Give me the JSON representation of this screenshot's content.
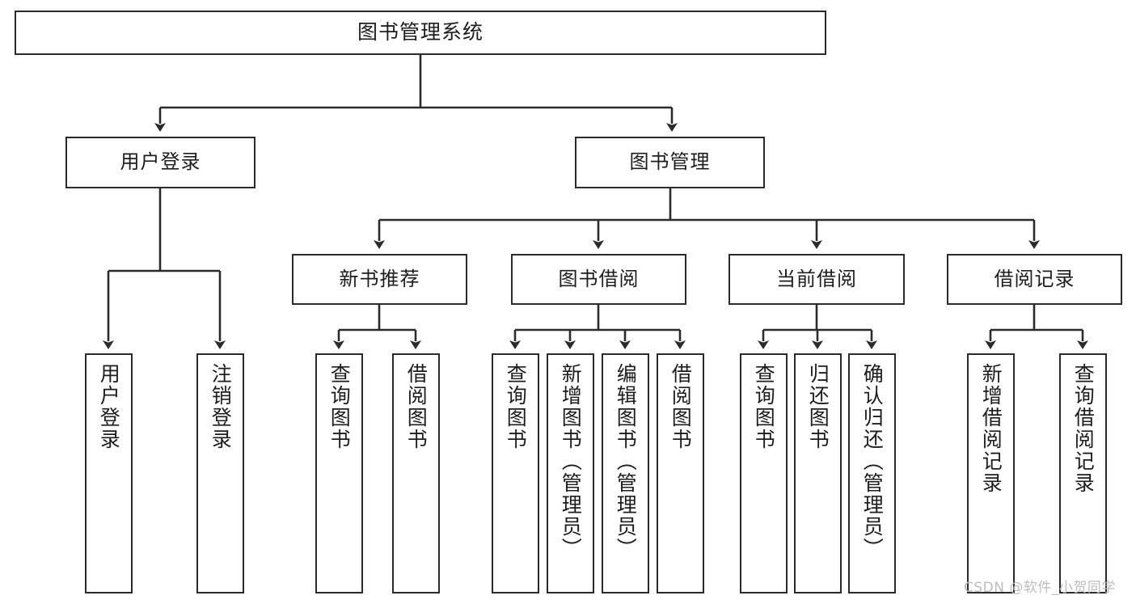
{
  "diagram": {
    "title": "图书管理系统",
    "type": "function-structure-tree",
    "watermark": "CSDN @软件_小贺同学",
    "colors": {
      "background": "#ffffff",
      "stroke": "#2b2b2b",
      "text": "#1d1d1d",
      "watermark": "#bdbdbd"
    },
    "levels": {
      "root": {
        "label": "图书管理系统"
      },
      "level2": [
        {
          "label": "用户登录"
        },
        {
          "label": "图书管理"
        }
      ],
      "level3": [
        {
          "label": "新书推荐"
        },
        {
          "label": "图书借阅"
        },
        {
          "label": "当前借阅"
        },
        {
          "label": "借阅记录"
        }
      ],
      "leaves": {
        "user_login": [
          {
            "label": "用户登录"
          },
          {
            "label": "注销登录"
          }
        ],
        "new_book_recommend": [
          {
            "label": "查询图书"
          },
          {
            "label": "借阅图书"
          }
        ],
        "book_borrow": [
          {
            "label": "查询图书"
          },
          {
            "label": "新增图书（管理员）"
          },
          {
            "label": "编辑图书（管理员）"
          },
          {
            "label": "借阅图书"
          }
        ],
        "current_borrow": [
          {
            "label": "查询图书"
          },
          {
            "label": "归还图书"
          },
          {
            "label": "确认归还（管理员）"
          }
        ],
        "borrow_record": [
          {
            "label": "新增借阅记录"
          },
          {
            "label": "查询借阅记录"
          }
        ]
      }
    }
  }
}
